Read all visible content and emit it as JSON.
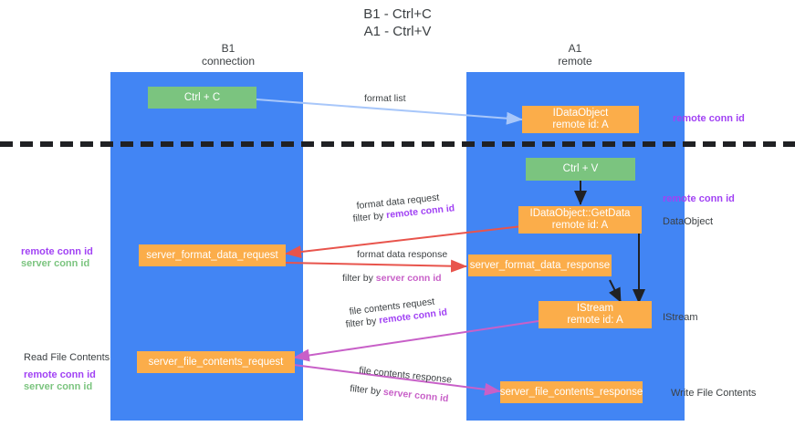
{
  "title": "B1 - Ctrl+C\nA1 - Ctrl+V",
  "columns": {
    "left": {
      "name": "B1",
      "role": "connection",
      "label": "B1\nconnection"
    },
    "right": {
      "name": "A1",
      "role": "remote",
      "label": "A1\nremote"
    }
  },
  "colors": {
    "lane": "#4285f4",
    "green_node": "#7bc47f",
    "orange_node": "#fbad4a",
    "remote_conn_id": "#a142f4",
    "server_conn_id": "#7bc47f",
    "arrow_blue": "#a8c7fa",
    "arrow_red": "#e8544c",
    "arrow_pink": "#c860c8",
    "arrow_black": "#202124",
    "text": "#3c4043"
  },
  "nodes": {
    "ctrl_c": "Ctrl + C",
    "ctrl_v": "Ctrl + V",
    "idataobject": "IDataObject\nremote id: A",
    "getdata": "IDataObject::GetData\nremote id: A",
    "server_format_data_request": "server_format_data_request",
    "server_format_data_response": "server_format_data_response",
    "istream": "IStream\nremote id: A",
    "server_file_contents_request": "server_file_contents_request",
    "server_file_contents_response": "server_file_contents_response"
  },
  "edge_labels": {
    "format_list": "format list",
    "format_data_request": "format data request",
    "format_data_request_filter_prefix": "filter by ",
    "format_data_request_filter_key": "remote conn id",
    "format_data_response": "format data response",
    "format_data_response_filter_prefix": "filter by ",
    "format_data_response_filter_key": "server conn id",
    "file_contents_request": "file contents request",
    "file_contents_request_filter_prefix": "filter by ",
    "file_contents_request_filter_key": "remote conn id",
    "file_contents_response": "file contents response",
    "file_contents_response_filter_prefix": "filter by ",
    "file_contents_response_filter_key": "server conn id"
  },
  "annotations": {
    "right_remote_conn_id_top": "remote conn id",
    "right_remote_conn_id_mid": "remote conn id",
    "right_dataobject": "DataObject",
    "right_istream": "IStream",
    "right_write_file_contents": "Write File Contents",
    "left_remote_conn_id": "remote conn id",
    "left_server_conn_id": "server conn id",
    "left_read_file_contents": "Read File Contents",
    "left_remote_conn_id_2": "remote conn id",
    "left_server_conn_id_2": "server conn id"
  }
}
